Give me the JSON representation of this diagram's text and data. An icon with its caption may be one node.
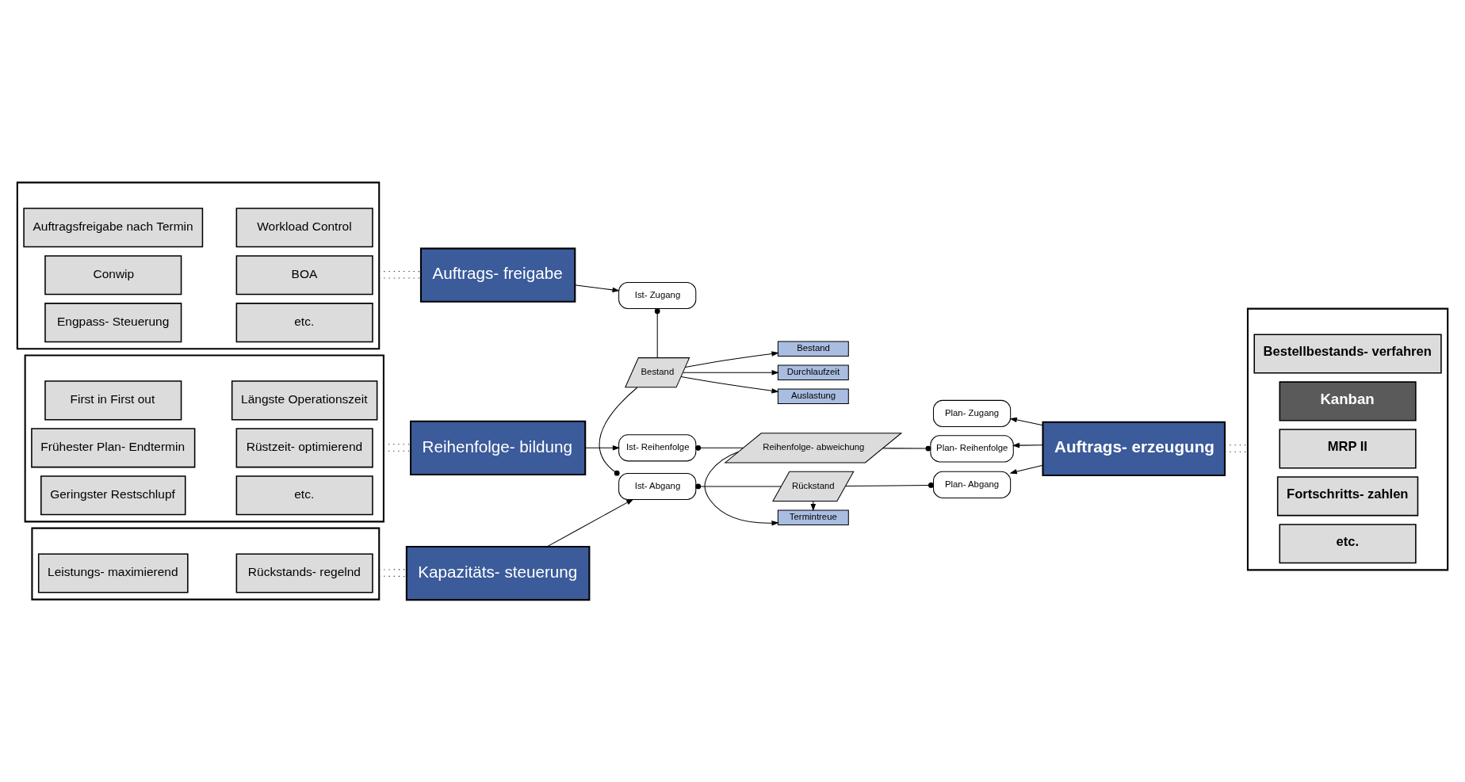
{
  "diagram": {
    "nodes": [
      {
        "text": [],
        "shape": "box"
      },
      {
        "text": [
          "Auftragsfreigabe nach Termin"
        ],
        "in": 0
      },
      {
        "text": [
          "Workload Control"
        ],
        "in": 0
      },
      {
        "text": [
          "Conwip"
        ],
        "in": 0
      },
      {
        "text": [
          "BOA"
        ],
        "in": 0
      },
      {
        "text": [
          "Engpass- Steuerung"
        ],
        "in": 0
      },
      {
        "text": [
          "etc."
        ],
        "in": 0
      },
      {
        "text": [
          "Auftrags- freigabe"
        ]
      },
      {
        "text": [],
        "shape": "box"
      },
      {
        "text": [
          "Leistungs- maximierend"
        ],
        "in": 8
      },
      {
        "text": [
          "Rückstands- regelnd"
        ],
        "in": 8
      },
      {
        "text": [
          "Kapazitäts- steuerung"
        ]
      },
      {
        "text": [
          "Reihenfolge- bildung"
        ]
      },
      {
        "text": [],
        "shape": "box"
      },
      {
        "text": [
          "First in First out"
        ],
        "in": 13
      },
      {
        "text": [
          "Längste Operationszeit"
        ],
        "in": 13
      },
      {
        "text": [
          "Frühester Plan- Endtermin"
        ],
        "in": 13
      },
      {
        "text": [
          "Rüstzeit- optimierend"
        ],
        "in": 13
      },
      {
        "text": [
          "Geringster Restschlupf"
        ],
        "in": 13
      },
      {
        "text": [
          "etc."
        ],
        "in": 13
      },
      {
        "text": [
          "Ist- Zugang"
        ]
      },
      {
        "text": [
          "Plan- Zugang"
        ]
      },
      {
        "text": [
          "Bestand"
        ]
      },
      {
        "text": [
          "Bestand"
        ]
      },
      {
        "text": [
          "Durchlaufzeit"
        ]
      },
      {
        "text": [
          "Auslastung"
        ]
      },
      {
        "text": [
          "Ist- Abgang"
        ]
      },
      {
        "text": [
          "Rückstand"
        ]
      },
      {
        "text": [
          "Plan- Abgang"
        ]
      },
      {
        "text": [
          "Termintreue"
        ]
      },
      {
        "text": [
          "Ist- Reihenfolge"
        ]
      },
      {
        "text": [
          "Reihenfolge- abweichung"
        ]
      },
      {
        "text": [
          "Plan- Reihenfolge"
        ]
      },
      {
        "text": [
          "Auftrags- erzeugung"
        ]
      },
      {
        "text": [],
        "shape": "box"
      },
      {
        "text": [
          "Bestellbestands- verfahren"
        ],
        "in": 34
      },
      {
        "text": [
          "Kanban"
        ],
        "in": 34
      },
      {
        "text": [
          "MRP II"
        ],
        "in": 34
      },
      {
        "text": [
          "Fortschritts- zahlen"
        ],
        "in": 34
      },
      {
        "text": [
          "etc."
        ],
        "in": 34
      }
    ],
    "edges": [
      {
        "from": 0,
        "to": 7,
        "arrow": "none",
        "style": "dashed"
      },
      {
        "from": 0,
        "to": 7,
        "arrow": "none",
        "style": "dashed"
      },
      {
        "from": 8,
        "to": 11,
        "arrow": "none",
        "style": "dashed"
      },
      {
        "from": 8,
        "to": 11,
        "arrow": "none",
        "style": "dashed"
      },
      {
        "from": 13,
        "to": 12,
        "arrow": "none",
        "style": "dashed"
      },
      {
        "from": 13,
        "to": 12,
        "arrow": "none",
        "style": "dashed"
      },
      {
        "from": 7,
        "to": 20,
        "arrow": "to"
      },
      {
        "from": 11,
        "to": 26,
        "arrow": "to"
      },
      {
        "from": 12,
        "to": 30,
        "arrow": "to"
      },
      {
        "from": 20,
        "to": 22,
        "arrow": "other"
      },
      {
        "from": 22,
        "to": 26,
        "arrow": "other"
      },
      {
        "from": 22,
        "to": 23,
        "arrow": "to"
      },
      {
        "from": 22,
        "to": 24,
        "arrow": "to"
      },
      {
        "from": 22,
        "to": 25,
        "arrow": "to"
      },
      {
        "from": 26,
        "to": 27,
        "arrow": "other"
      },
      {
        "from": 27,
        "to": 28,
        "arrow": "other"
      },
      {
        "from": 27,
        "to": 29,
        "arrow": "to"
      },
      {
        "from": 31,
        "to": 29,
        "arrow": "to"
      },
      {
        "from": 30,
        "to": 31,
        "arrow": "other"
      },
      {
        "from": 31,
        "to": 32,
        "arrow": "other"
      },
      {
        "from": 33,
        "to": 21,
        "arrow": "to"
      },
      {
        "from": 33,
        "to": 28,
        "arrow": "to"
      },
      {
        "from": 33,
        "to": 32,
        "arrow": "to"
      },
      {
        "from": 33,
        "to": 34,
        "arrow": "none",
        "style": "dashed"
      },
      {
        "from": 33,
        "to": 34,
        "arrow": "none",
        "style": "dashed"
      }
    ]
  }
}
